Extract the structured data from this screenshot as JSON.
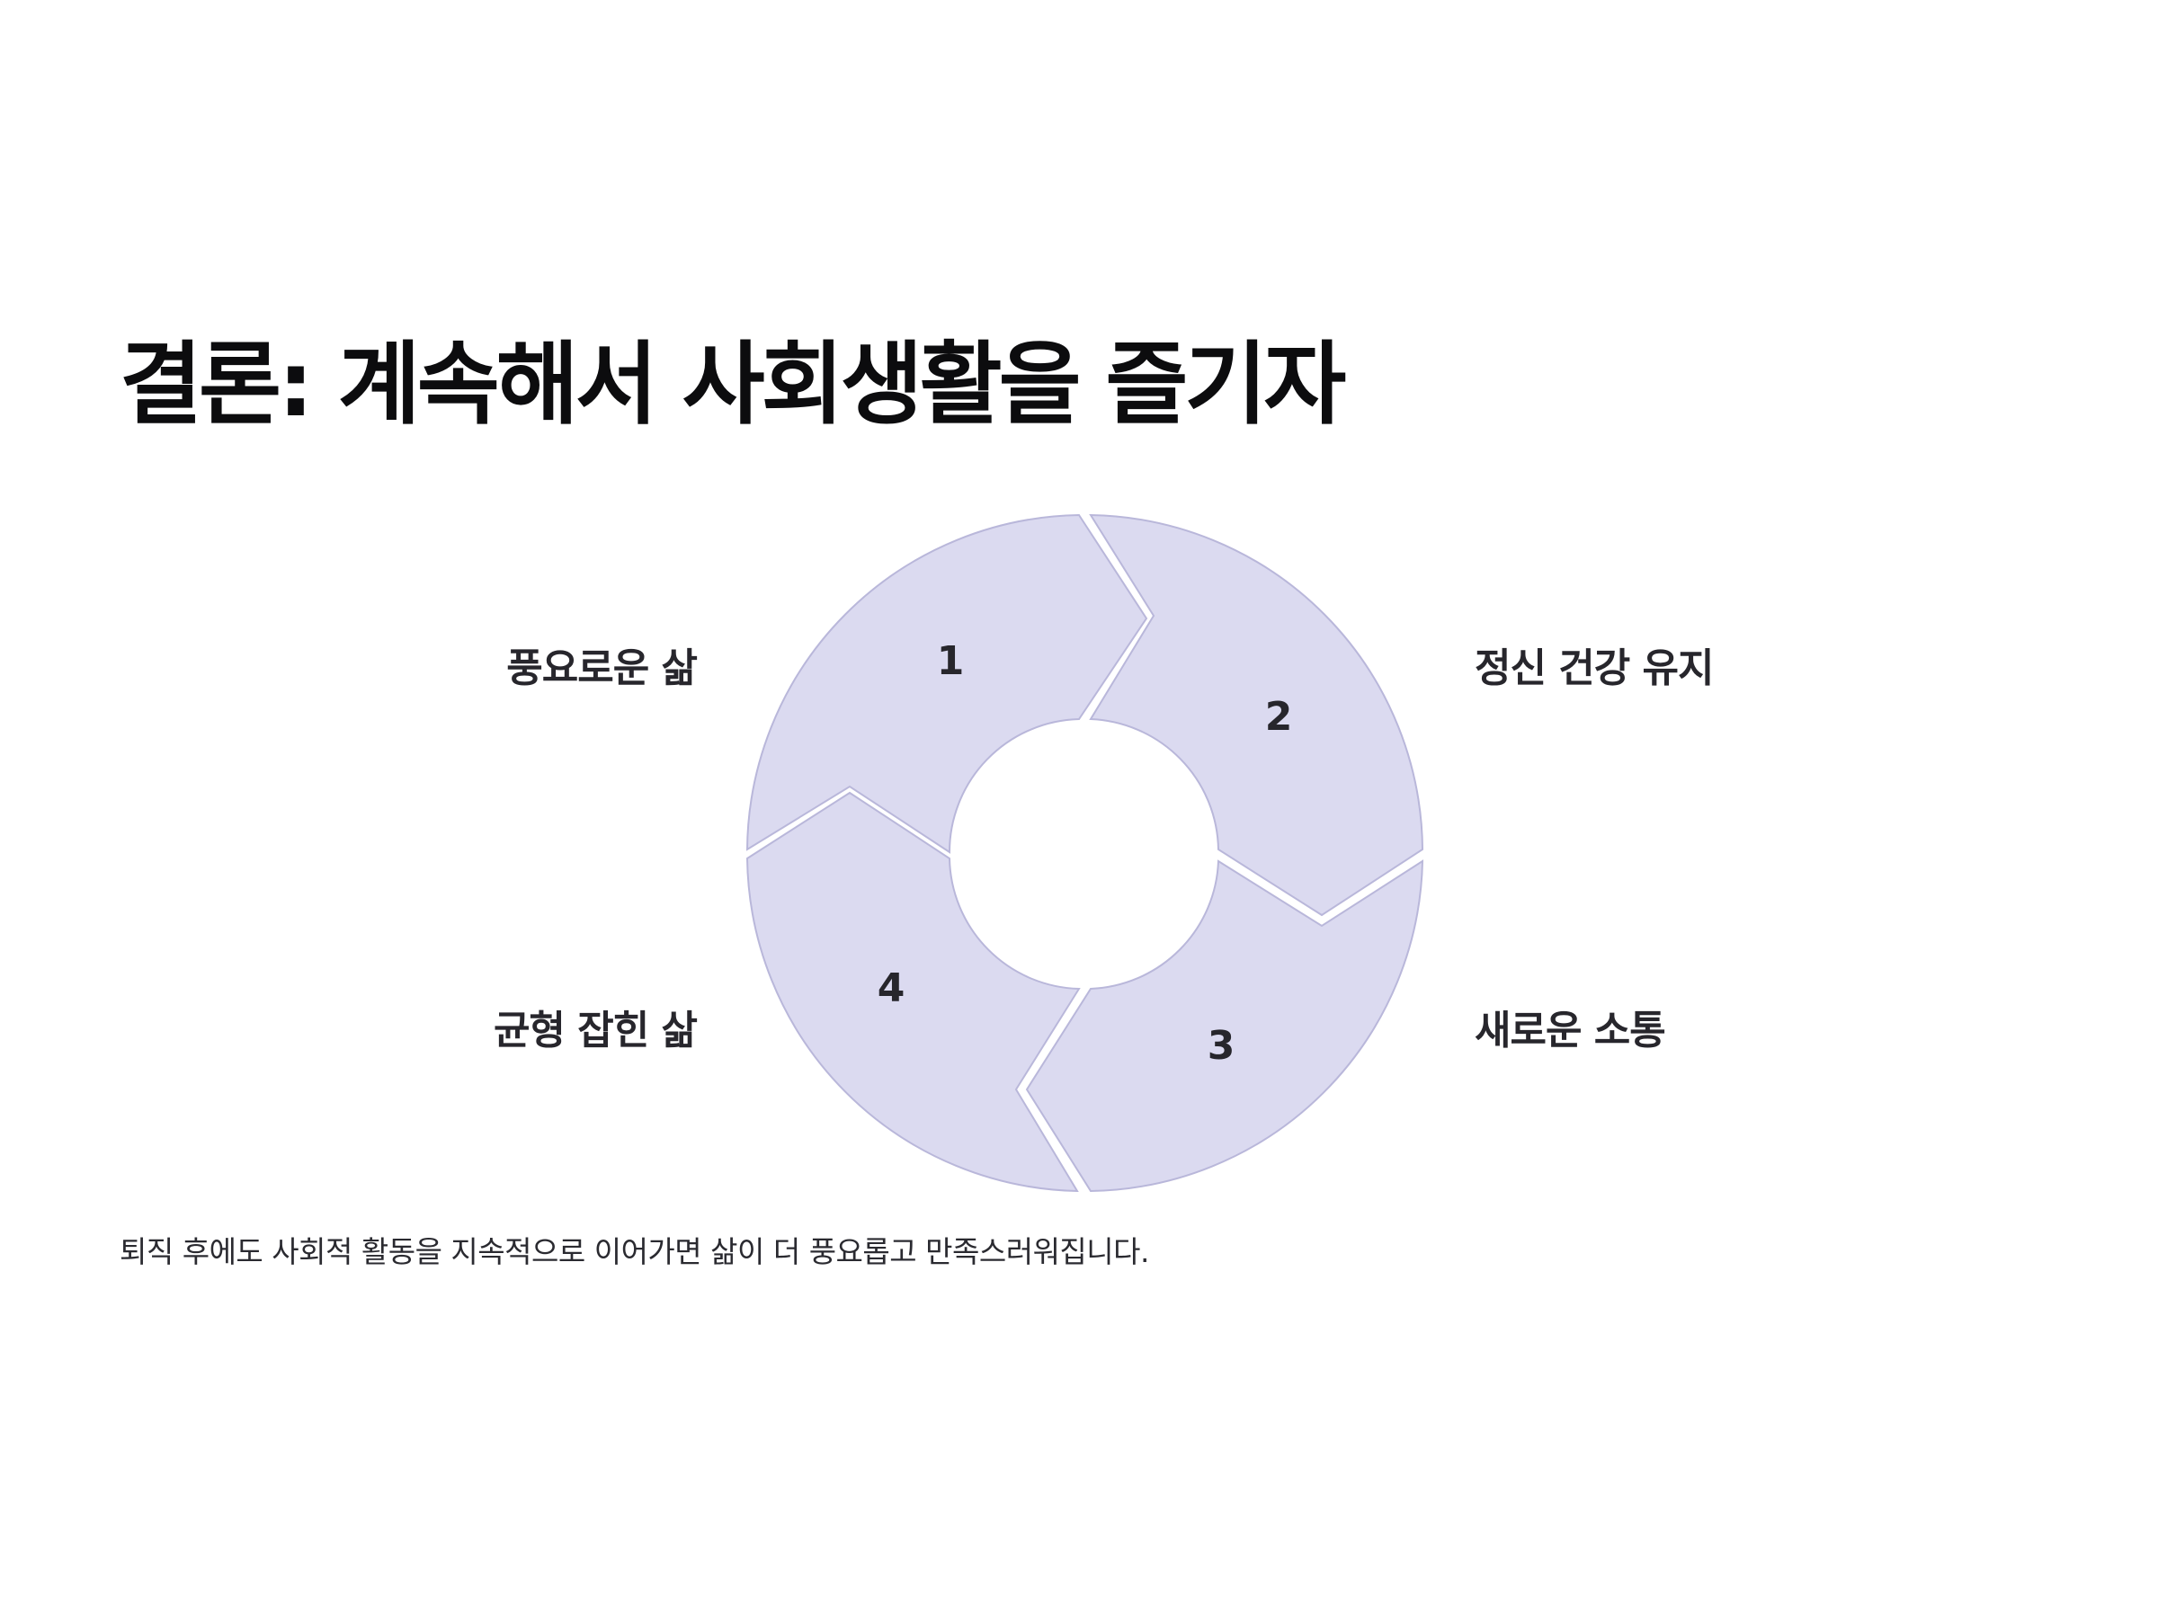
{
  "title": "결론: 계속해서 사회생활을 즐기자",
  "cycle": {
    "segments": [
      {
        "number": "1",
        "label": "풍요로운 삶"
      },
      {
        "number": "2",
        "label": "정신 건강 유지"
      },
      {
        "number": "3",
        "label": "새로운 소통"
      },
      {
        "number": "4",
        "label": "균형 잡힌 삶"
      }
    ],
    "segment_fill_color": "#dbdaf0",
    "segment_stroke_color": "#b9b7da"
  },
  "summary": "퇴직 후에도 사회적 활동을 지속적으로 이어가면 삶이 더 풍요롭고 만족스러워집니다."
}
